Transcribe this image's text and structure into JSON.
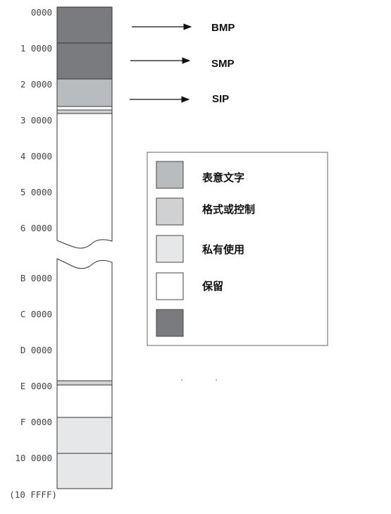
{
  "addresses": [
    "0000",
    "1 0000",
    "2 0000",
    "3 0000",
    "4 0000",
    "5 0000",
    "6 0000",
    "B 0000",
    "C 0000",
    "D 0000",
    "E 0000",
    "F 0000",
    "10 0000",
    "(10 FFFF)"
  ],
  "planes": [
    {
      "label": "BMP"
    },
    {
      "label": "SMP"
    },
    {
      "label": "SIP"
    }
  ],
  "legend": [
    {
      "label": "表意文字",
      "color": "#b8bcbf"
    },
    {
      "label": "格式或控制",
      "color": "#cfd1d3"
    },
    {
      "label": "私有使用",
      "color": "#e6e7e9"
    },
    {
      "label": "保留",
      "color": "#ffffff"
    },
    {
      "label": "",
      "color": "#7a7b7f"
    }
  ],
  "colors": {
    "bmp": "#7a7b7f",
    "smp": "#7a7b7f",
    "ideographic": "#b8bcbf",
    "format": "#cfd1d3",
    "private": "#e6e7e9",
    "reserved": "#ffffff",
    "outline": "#333333"
  }
}
